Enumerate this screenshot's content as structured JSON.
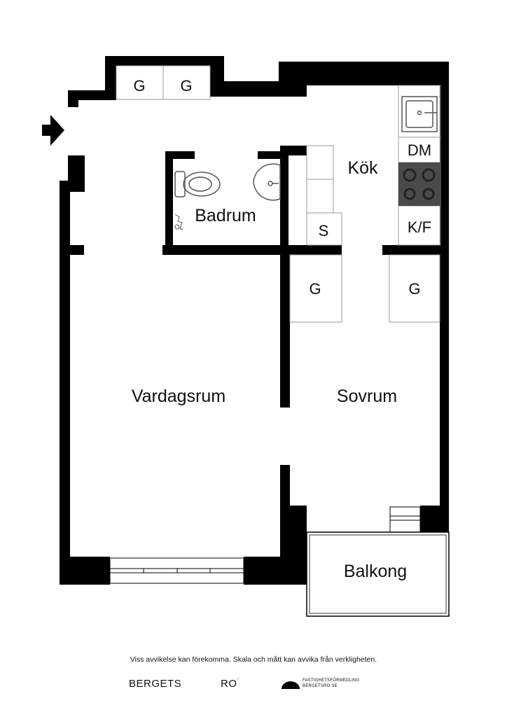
{
  "rooms": {
    "kitchen": "Kök",
    "bathroom": "Badrum",
    "living_room": "Vardagsrum",
    "bedroom": "Sovrum",
    "balcony": "Balkong"
  },
  "fixtures": {
    "wardrobe_entry_1": "G",
    "wardrobe_entry_2": "G",
    "dishwasher": "DM",
    "fridge_freezer": "K/F",
    "storage": "S",
    "wardrobe_bedroom_1": "G",
    "wardrobe_bedroom_2": "G"
  },
  "icons": [
    "entrance-arrow-icon",
    "sink-icon",
    "stove-icon",
    "toilet-icon",
    "washbasin-icon",
    "logo-icon"
  ],
  "footer": {
    "disclaimer": "Viss avvikelse kan förekomma. Skala och mått kan avvika från verkligheten.",
    "brand_left": "BERGETS",
    "brand_right": "RO",
    "brand_mark": "˙",
    "agency_line1": "FASTIGHETSFÖRMEDLING",
    "agency_line2": "BERGETSRO.SE"
  },
  "colors": {
    "wall": "#000000",
    "background": "#ffffff",
    "stove": "#4a4a4a",
    "fixture_outline": "#999999"
  }
}
